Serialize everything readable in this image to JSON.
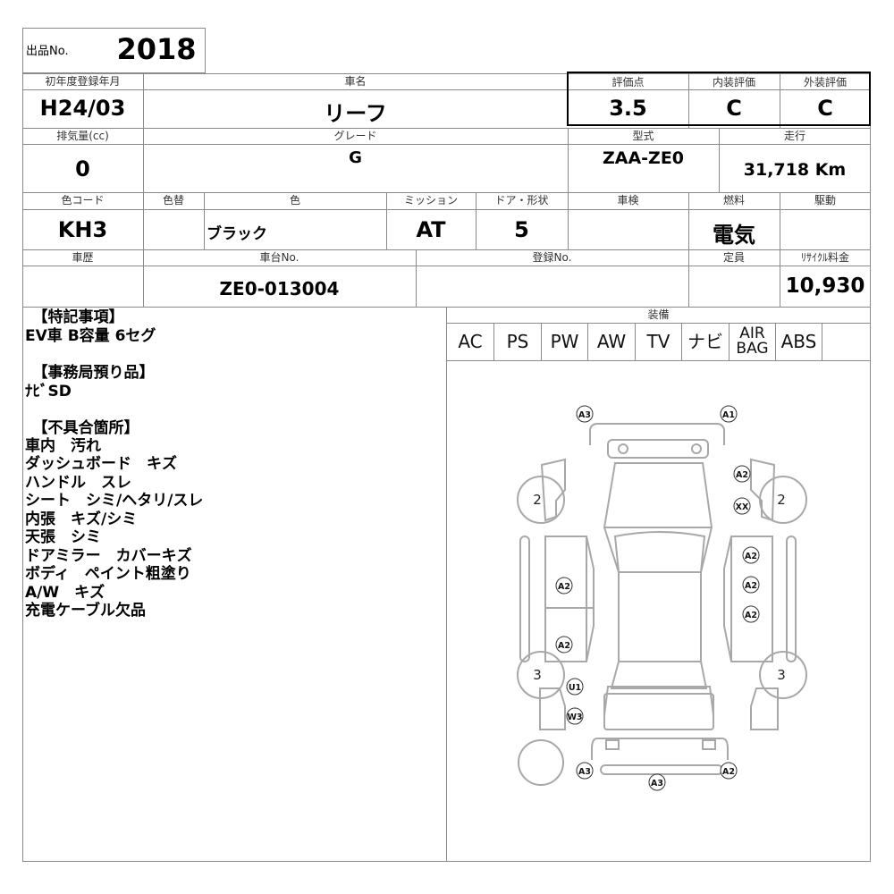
{
  "lot": {
    "label": "出品No.",
    "number": "2018"
  },
  "row1": {
    "first_reg": {
      "label": "初年度登録年月",
      "value": "H24/03"
    },
    "car_name": {
      "label": "車名",
      "value": "リーフ"
    },
    "score": {
      "label": "評価点",
      "value": "3.5"
    },
    "interior": {
      "label": "内装評価",
      "value": "C"
    },
    "exterior": {
      "label": "外装評価",
      "value": "C"
    }
  },
  "row2": {
    "displacement": {
      "label": "排気量(cc)",
      "value": "0"
    },
    "grade": {
      "label": "グレード",
      "value": "G"
    },
    "model": {
      "label": "型式",
      "value": "ZAA-ZE0"
    },
    "mileage": {
      "label": "走行",
      "value": "31,718 Km"
    }
  },
  "row3": {
    "color_code": {
      "label": "色コード",
      "value": "KH3"
    },
    "repaint": {
      "label": "色替",
      "value": ""
    },
    "color": {
      "label": "色",
      "value": "ブラック"
    },
    "transmission": {
      "label": "ミッション",
      "value": "AT"
    },
    "doors": {
      "label": "ドア・形状",
      "value": "5"
    },
    "inspection": {
      "label": "車検",
      "value": ""
    },
    "fuel": {
      "label": "燃料",
      "value": "電気"
    },
    "drive": {
      "label": "駆動",
      "value": ""
    }
  },
  "row4": {
    "history": {
      "label": "車歴",
      "value": ""
    },
    "chassis": {
      "label": "車台No.",
      "value": "ZE0-013004"
    },
    "registration": {
      "label": "登録No.",
      "value": ""
    },
    "capacity": {
      "label": "定員",
      "value": ""
    },
    "recycle": {
      "label": "ﾘｻｲｸﾙ料金",
      "value": "10,930"
    }
  },
  "notes": {
    "special_header": "　【特記事項】",
    "special_text": "EV車 B容量 6セグ",
    "office_header": "　【事務局預り品】",
    "office_text": "ﾅﾋﾞSD",
    "defects_header": "　【不具合箇所】",
    "defects": [
      "車内　汚れ",
      "ダッシュボード　キズ",
      "ハンドル　スレ",
      "シート　シミ/ヘタリ/スレ",
      "内張　キズ/シミ",
      "天張　シミ",
      "ドアミラー　カバーキズ",
      "ボディ　ペイント粗塗り",
      "A/W　キズ",
      "充電ケーブル欠品"
    ]
  },
  "equipment": {
    "label": "装備",
    "items": [
      "AC",
      "PS",
      "PW",
      "AW",
      "TV",
      "ナビ",
      "AIR",
      "BAG",
      "ABS"
    ]
  },
  "diagram": {
    "tires": [
      "2",
      "2",
      "3",
      "3"
    ],
    "marks": [
      "A3",
      "A1",
      "A2",
      "XX",
      "A2",
      "A2",
      "A2",
      "A2",
      "A2",
      "U1",
      "W3",
      "A3",
      "A2",
      "A3"
    ]
  }
}
